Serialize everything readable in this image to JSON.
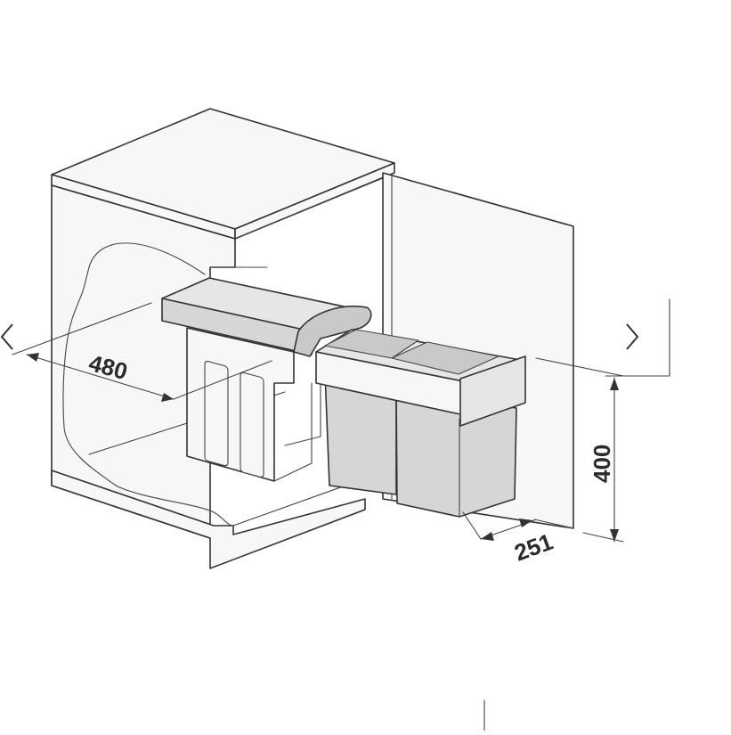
{
  "dimensions": {
    "depth": "480",
    "height": "400",
    "width": "251"
  },
  "navigation": {
    "prev_icon": "chevron-left-icon",
    "next_icon": "chevron-right-icon"
  },
  "colors": {
    "line": "#333333",
    "bin_fill": "#d6d6d6",
    "cabinet_fill": "#ffffff"
  }
}
